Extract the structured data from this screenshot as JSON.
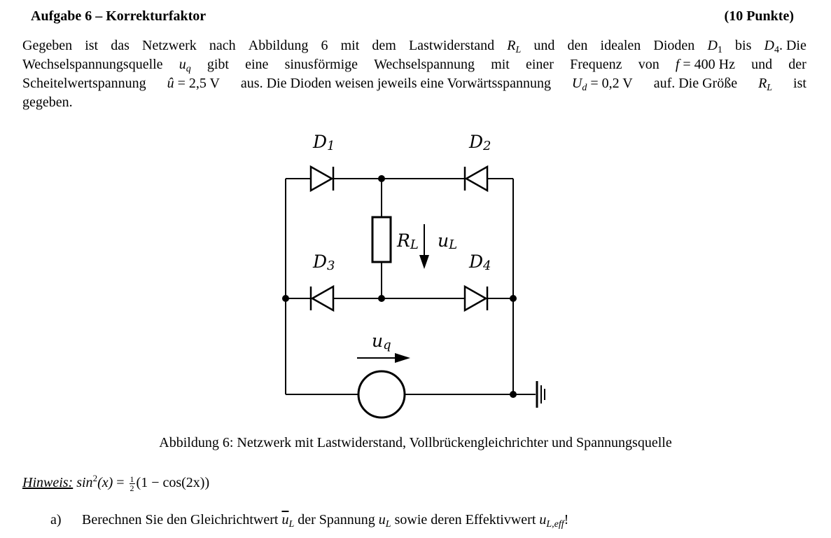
{
  "header": {
    "title": "Aufgabe 6 – Korrekturfaktor",
    "points": "(10 Punkte)"
  },
  "paragraph": {
    "l1_w1": "Gegeben",
    "l1_w2": "ist",
    "l1_w3": "das",
    "l1_w4": "Netzwerk",
    "l1_w5": "nach",
    "l1_w6": "Abbildung",
    "l1_w7": "6",
    "l1_w8": "mit",
    "l1_w9": "dem",
    "l1_w10": "Lastwiderstand",
    "R": "R",
    "L": "L",
    "l1_w11": "und",
    "l1_w12": "den",
    "l1_w13": "idealen",
    "l1_w14": "Dioden",
    "D": "D",
    "one": "1",
    "l1_w15": "bis",
    "four": "4",
    "l1_w16": ". Die",
    "l2_w1": "Wechselspannungsquelle",
    "u": "u",
    "q": "q",
    "l2_w2": "gibt",
    "l2_w3": "eine",
    "l2_w4": "sinusförmige",
    "l2_w5": "Wechselspannung",
    "l2_w6": "mit",
    "l2_w7": "einer",
    "l2_w8": "Frequenz",
    "l2_w9": "von",
    "f": "f",
    "eq": "=",
    "freq": "400 Hz",
    "l2_w10": "und",
    "l2_w11": "der",
    "l3_a": "Scheitelwertspannung",
    "uhat": "û",
    "amp": "2,5 V",
    "l3_b": "aus. Die Dioden weisen jeweils eine Vorwärtsspannung",
    "U": "U",
    "d": "d",
    "vf": "0,2 V",
    "l3_c": "auf. Die Größe",
    "l3_d": "ist",
    "l4": "gegeben."
  },
  "circuit": {
    "D1": "D",
    "D1_sub": "1",
    "D2": "D",
    "D2_sub": "2",
    "D3": "D",
    "D3_sub": "3",
    "D4": "D",
    "D4_sub": "4",
    "RL": "R",
    "RL_sub": "L",
    "uL": "u",
    "uL_sub": "L",
    "uq": "u",
    "uq_sub": "q"
  },
  "caption": "Abbildung 6: Netzwerk mit Lastwiderstand, Vollbrückengleichrichter und Spannungsquelle",
  "hint": {
    "label": "Hinweis:",
    "lhs": "sin",
    "sq": "2",
    "x": "(x)",
    "eq": "=",
    "num": "1",
    "den": "2",
    "rhs": "(1 − cos(2x))"
  },
  "task_a": {
    "letter": "a)",
    "t1": "Berechnen Sie den Gleichrichtwert",
    "ubar": "u",
    "L": "L",
    "t2": "der Spannung",
    "u": "u",
    "t3": "sowie deren Effektivwert",
    "ueff": "u",
    "eff": "L,eff",
    "t4": "!"
  }
}
